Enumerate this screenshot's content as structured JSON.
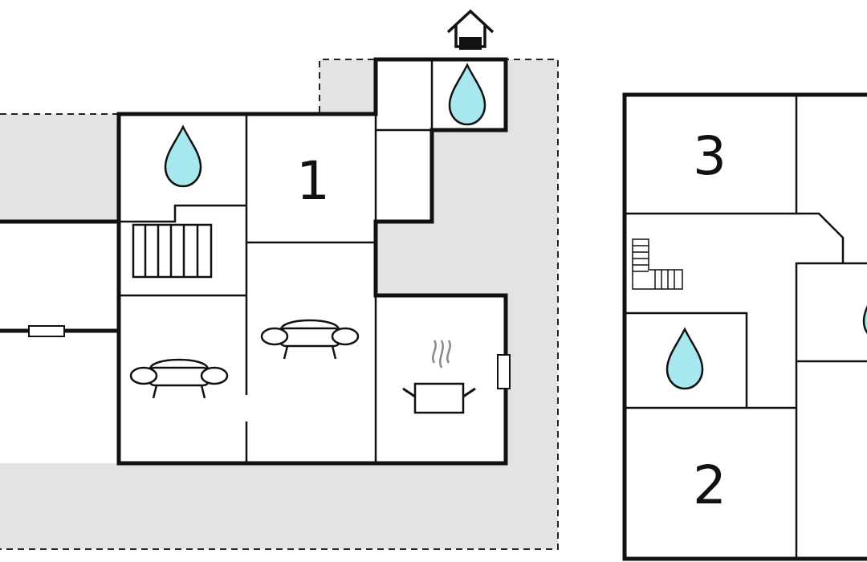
{
  "floorplan": {
    "colors": {
      "background": "#ffffff",
      "terrace": "#e3e3e3",
      "wall": "#111111",
      "water": "#a6e8ee",
      "steam": "#8a8a8a"
    },
    "ground_floor": {
      "rooms": [
        {
          "label": "1",
          "type": "bedroom"
        }
      ],
      "icons": [
        "entrance-icon",
        "water-drop-icon",
        "water-drop-icon",
        "staircase-icon",
        "sofa-icon",
        "sofa-icon",
        "cooking-pot-icon",
        "window-icon",
        "window-icon"
      ]
    },
    "upper_floor": {
      "rooms": [
        {
          "label": "3",
          "type": "bedroom"
        },
        {
          "label": "2",
          "type": "bedroom"
        }
      ],
      "icons": [
        "staircase-icon",
        "water-drop-icon",
        "water-drop-icon"
      ]
    }
  }
}
